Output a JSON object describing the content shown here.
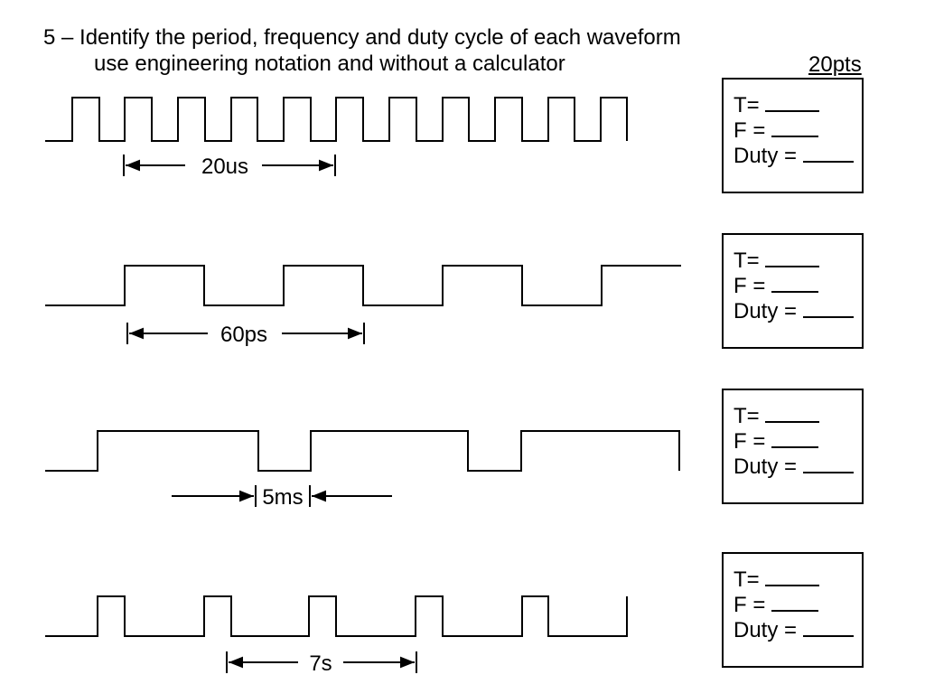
{
  "header": {
    "line1": "5 – Identify the period, frequency and duty cycle of each waveform",
    "line2": "use engineering notation and without a calculator",
    "points": "20pts"
  },
  "waveforms": [
    {
      "dimension_label": "20us"
    },
    {
      "dimension_label": "60ps"
    },
    {
      "dimension_label": "5ms"
    },
    {
      "dimension_label": "7s"
    }
  ],
  "answer_box": {
    "t_label": "T=",
    "f_label": "F =",
    "duty_label": "Duty ="
  }
}
